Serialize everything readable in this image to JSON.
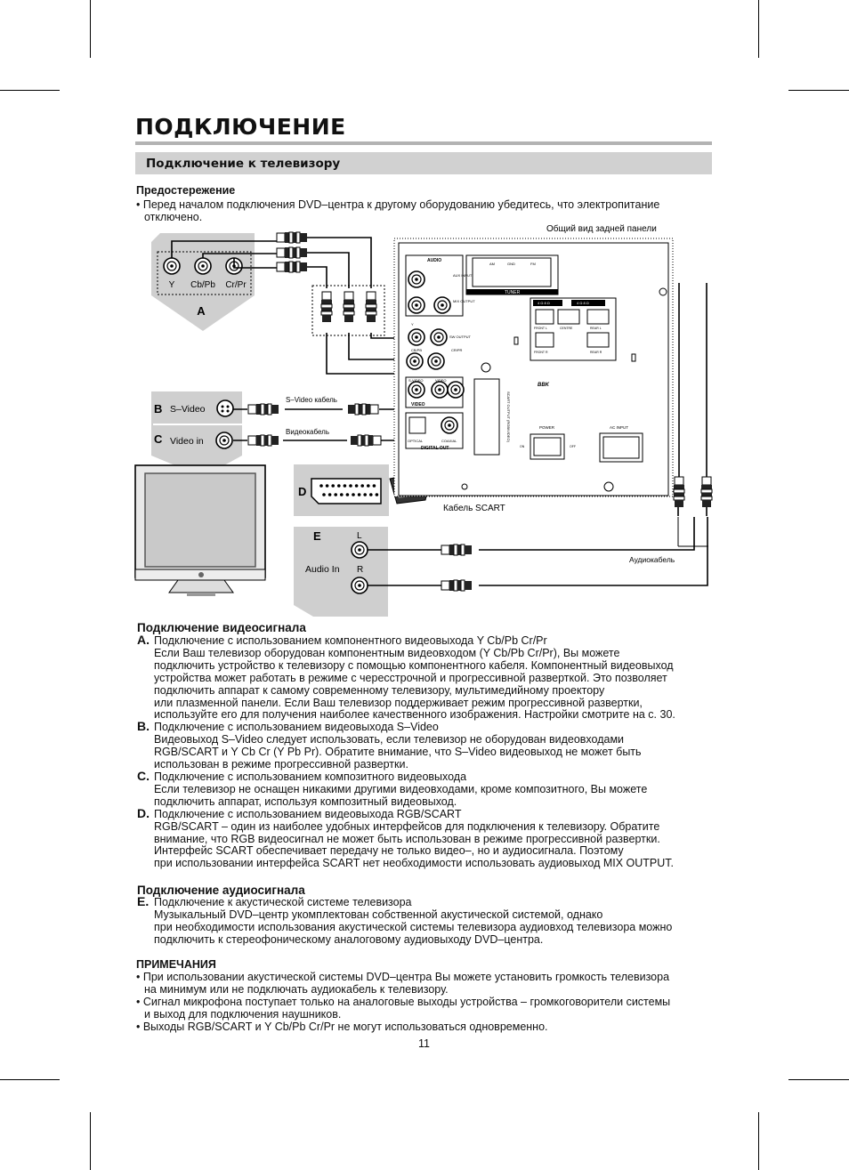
{
  "page": {
    "title": "ПОДКЛЮЧЕНИЕ",
    "section": "Подключение к телевизору",
    "page_number": "11"
  },
  "caution": {
    "heading": "Предостережение",
    "line1": "• Перед началом подключения DVD–центра к другому оборудованию убедитесь, что электропитание",
    "line2": "отключено."
  },
  "diagram": {
    "rear_panel_label": "Общий вид задней панели",
    "panel_a": {
      "letter": "A",
      "jacks": [
        "Y",
        "Cb/Pb",
        "Cr/Pr"
      ]
    },
    "panel_b": {
      "letter": "B",
      "label": "S–Video"
    },
    "panel_c": {
      "letter": "C",
      "label": "Video in"
    },
    "panel_d": {
      "letter": "D"
    },
    "panel_e": {
      "letter": "E",
      "label": "Audio In",
      "left": "L",
      "right": "R"
    },
    "cables": {
      "svideo": "S–Video кабель",
      "video": "Видеокабель",
      "scart": "Кабель SCART",
      "audio": "Аудиокабель"
    },
    "device": {
      "audio": "AUDIO",
      "aux_input": "AUX INPUT",
      "mix_output": "MIX OUTPUT",
      "sw_output": "SW OUTPUT",
      "y": "Y",
      "cb_pb": "CB/PB",
      "cr_pr": "CR/PR",
      "svideo": "S-VIDEO",
      "video_jack": "VIDEO",
      "video_group": "VIDEO",
      "optical": "OPTICAL",
      "coaxial": "COAXIAL",
      "digital_out": "DIGITAL OUT",
      "tuner": "TUNER",
      "am": "AM",
      "gnd": "GND",
      "fm": "FM",
      "scart_vertical": "SCART OUTPUT (RGB/VIDEO)",
      "bbk": "BBK",
      "ohm1": "4 Ω 8 Ω",
      "ohm2": "4 Ω 8 Ω",
      "front_l": "FRONT L",
      "centre": "CENTRE",
      "rear_l": "REAR L",
      "front_r": "FRONT R",
      "rear_r": "REAR R",
      "power": "POWER",
      "on": "ON",
      "off": "OFF",
      "ac_input": "AC INPUT"
    }
  },
  "video": {
    "heading": "Подключение видеосигнала",
    "items": [
      {
        "label": "A.",
        "lines": [
          "Подключение с использованием компонентного видеовыхода Y Cb/Pb Cr/Pr",
          "Если Ваш телевизор оборудован компонентным видеовходом (Y Cb/Pb Cr/Pr), Вы можете",
          "подключить устройство к телевизору с помощью компонентного кабеля. Компонентный видеовыход",
          "устройства может работать в режиме с чересстрочной и прогрессивной разверткой. Это позволяет",
          "подключить аппарат к самому современному телевизору, мультимедийному проектору",
          "или плазменной панели. Если Ваш телевизор поддерживает режим прогрессивной развертки,",
          "используйте его для получения наиболее качественного изображения. Настройки смотрите на с. 30."
        ]
      },
      {
        "label": "B.",
        "lines": [
          "Подключение с использованием видеовыхода S–Video",
          "Видеовыход S–Video следует использовать, если телевизор не оборудован видеовходами",
          "RGB/SCART и Y Cb Cr (Y Pb Pr). Обратите внимание, что S–Video видеовыход не может быть",
          "использован в режиме прогрессивной развертки."
        ]
      },
      {
        "label": "C.",
        "lines": [
          "Подключение с использованием композитного видеовыхода",
          "Если телевизор не оснащен никакими другими видеовходами, кроме композитного, Вы можете",
          "подключить аппарат, используя композитный видеовыход."
        ]
      },
      {
        "label": "D.",
        "lines": [
          "Подключение с использованием видеовыхода RGB/SCART",
          "RGB/SCART – один из наиболее удобных интерфейсов для подключения к телевизору. Обратите",
          "внимание, что RGB видеосигнал не может быть использован в режиме прогрессивной развертки.",
          "Интерфейс SCART обеспечивает передачу не только видео–, но и аудиосигнала. Поэтому",
          "при использовании интерфейса SCART нет необходимости использовать аудиовыход MIX OUTPUT."
        ]
      }
    ]
  },
  "audio": {
    "heading": "Подключение аудиосигнала",
    "items": [
      {
        "label": "E.",
        "lines": [
          "Подключение к акустической системе телевизора",
          "Музыкальный DVD–центр укомплектован собственной акустической системой, однако",
          "при необходимости использования акустической системы телевизора аудиовход телевизора можно",
          "подключить к стереофоническому аналоговому аудиовыходу DVD–центра."
        ]
      }
    ]
  },
  "notes": {
    "heading": "ПРИМЕЧАНИЯ",
    "items": [
      [
        "• При использовании акустической системы DVD–центра Вы можете установить громкость телевизора",
        "на минимум или не подключать аудиокабель к телевизору."
      ],
      [
        "• Сигнал микрофона поступает только на аналоговые выходы устройства – громкоговорители системы",
        "и выход для подключения наушников."
      ],
      [
        "• Выходы RGB/SCART и Y Cb/Pb Cr/Pr не могут использоваться одновременно."
      ]
    ]
  }
}
